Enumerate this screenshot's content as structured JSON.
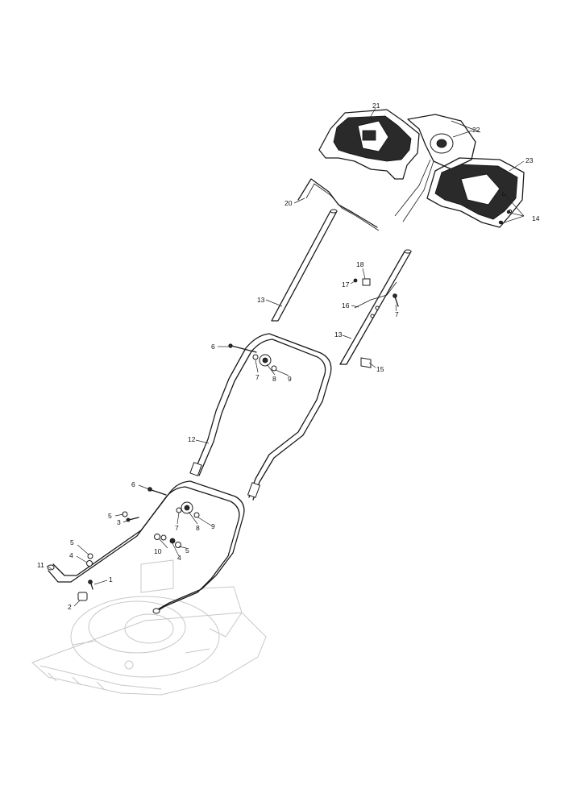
{
  "labels": [
    "1",
    "2",
    "3",
    "4",
    "5",
    "6",
    "7",
    "8",
    "9",
    "10",
    "11",
    "12",
    "13",
    "14",
    "15",
    "16",
    "17",
    "18",
    "20",
    "21",
    "22",
    "23"
  ],
  "callouts": {
    "c1": "1",
    "c2": "2",
    "c3": "3",
    "c4a": "4",
    "c4b": "4",
    "c5a": "5",
    "c5b": "5",
    "c5c": "5",
    "c6a": "6",
    "c6b": "6",
    "c7a": "7",
    "c7b": "7",
    "c7c": "7",
    "c8a": "8",
    "c8b": "8",
    "c9a": "9",
    "c9b": "9",
    "c10": "10",
    "c11": "11",
    "c12": "12",
    "c13a": "13",
    "c13b": "13",
    "c14": "14",
    "c15": "15",
    "c16": "16",
    "c17": "17",
    "c18": "18",
    "c20": "20",
    "c21": "21",
    "c22": "22",
    "c23": "23"
  }
}
